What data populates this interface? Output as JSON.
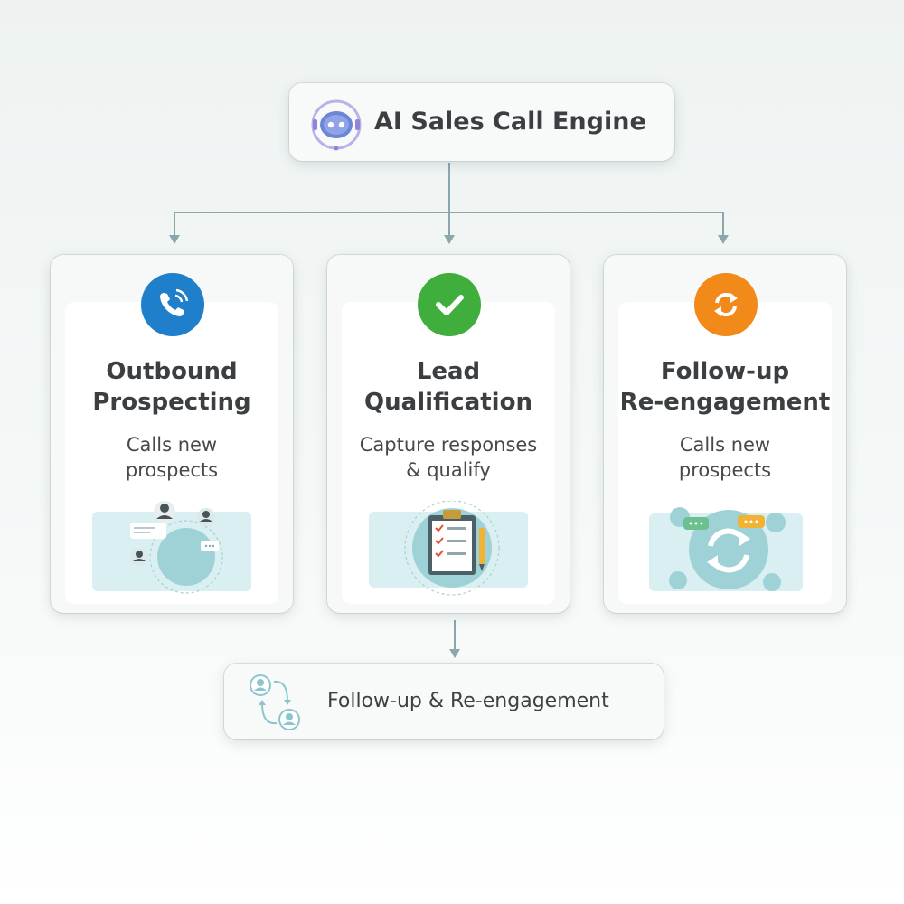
{
  "top": {
    "title": "AI Sales Call Engine",
    "icon": "headset-robot-icon"
  },
  "columns": [
    {
      "title_line1": "Outbound",
      "title_line2": "Prospecting",
      "desc_line1": "Calls new",
      "desc_line2": "prospects",
      "icon": "phone-icon",
      "badge_color": "#1f7fcb"
    },
    {
      "title_line1": "Lead",
      "title_line2": "Qualification",
      "desc_line1": "Capture responses",
      "desc_line2": "& qualify",
      "icon": "checkmark-icon",
      "badge_color": "#3fae3d"
    },
    {
      "title_line1": "Follow-up",
      "title_line2": "Re-engagement",
      "desc_line1": "Calls new",
      "desc_line2": "prospects",
      "icon": "refresh-icon",
      "badge_color": "#f28a1a"
    }
  ],
  "bottom": {
    "label": "Follow-up & Re-engagement",
    "icon": "user-cycle-icon"
  },
  "colors": {
    "connector": "#8aa7ad",
    "illustration": "#9fd2d7",
    "illustration_light": "#d9eff1"
  }
}
